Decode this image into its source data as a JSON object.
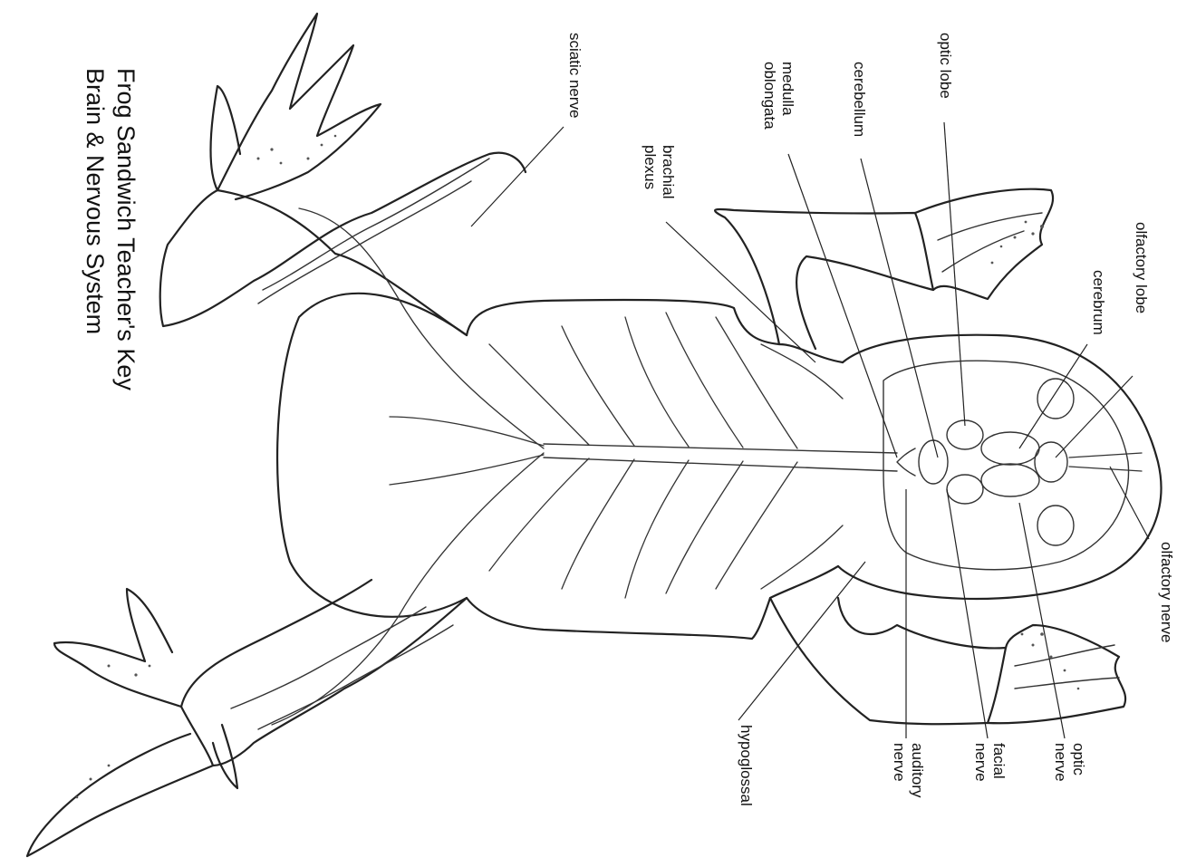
{
  "title": {
    "line1": "Frog Sandwich Teacher's Key",
    "line2": "Brain & Nervous System"
  },
  "labels": {
    "sciatic_nerve": "sciatic nerve",
    "brachial": "brachial",
    "plexus": "plexus",
    "medulla": "medulla",
    "oblongata": "oblongata",
    "cerebellum": "cerebellum",
    "optic_lobe": "optic lobe",
    "olfactory_lobe": "olfactory lobe",
    "cerebrum": "cerebrum",
    "olfactory_nerve": "olfactory nerve",
    "optic": "optic",
    "optic_nerve_word": "nerve",
    "facial": "facial",
    "facial_nerve_word": "nerve",
    "auditory": "auditory",
    "auditory_nerve_word": "nerve",
    "hypoglossal": "hypoglossal"
  },
  "colors": {
    "ink": "#222222",
    "paper": "#ffffff"
  }
}
